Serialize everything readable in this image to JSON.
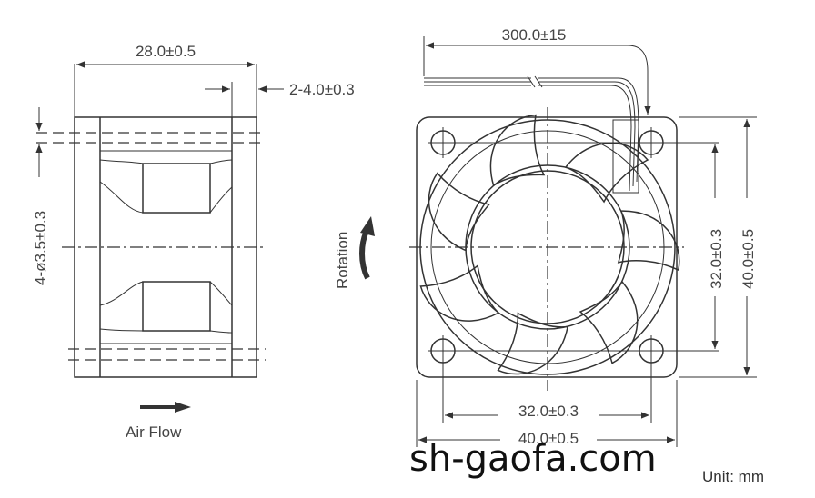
{
  "side_view": {
    "width_dim": "28.0±0.5",
    "flange_dim": "2-4.0±0.3",
    "hole_dim": "4-ø3.5±0.3",
    "airflow_label": "Air Flow"
  },
  "front_view": {
    "lead_dim": "300.0±15",
    "rotation_label": "Rotation",
    "hole_spacing_h": "32.0±0.3",
    "hole_spacing_v": "32.0±0.3",
    "frame_h": "40.0±0.5",
    "frame_v": "40.0±0.5"
  },
  "watermark": "sh-gaofa.com",
  "unit_note": "Unit: mm"
}
